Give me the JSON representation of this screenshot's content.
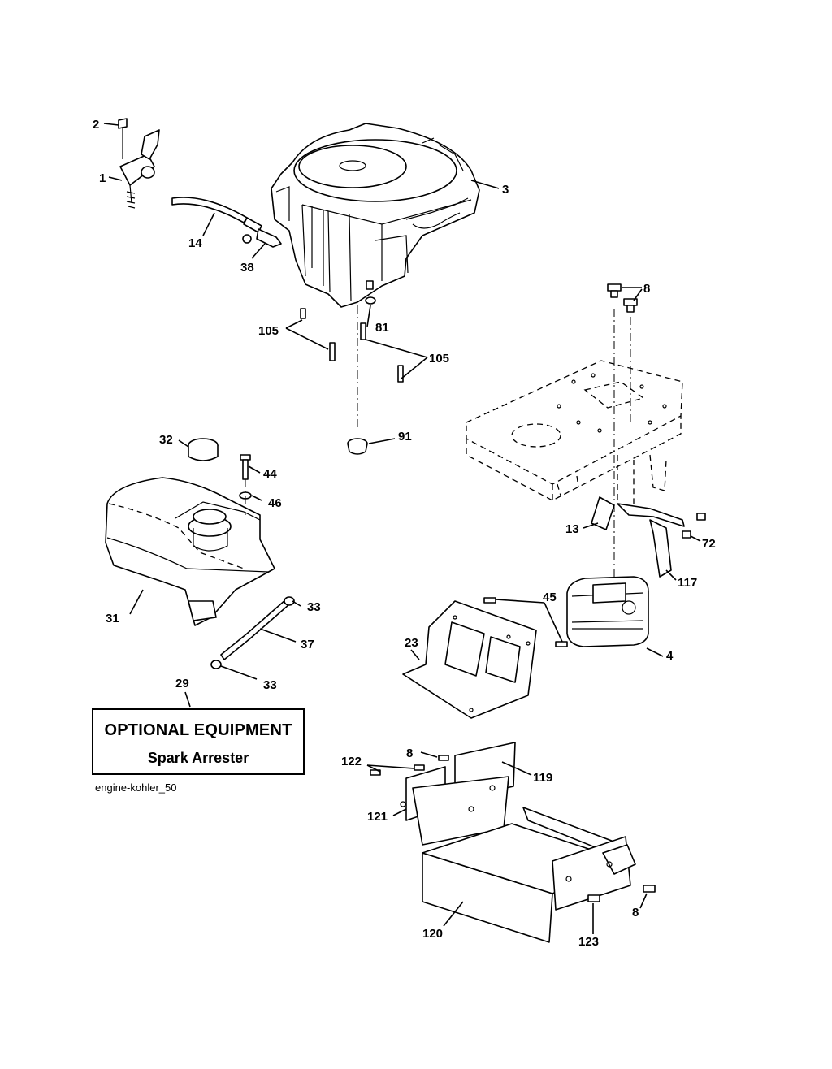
{
  "callouts": {
    "c1": "1",
    "c2": "2",
    "c3": "3",
    "c4": "4",
    "c8a": "8",
    "c8b": "8",
    "c8c": "8",
    "c13": "13",
    "c14": "14",
    "c23": "23",
    "c29": "29",
    "c31": "31",
    "c32": "32",
    "c33a": "33",
    "c33b": "33",
    "c37": "37",
    "c38": "38",
    "c44": "44",
    "c45": "45",
    "c46": "46",
    "c72": "72",
    "c81": "81",
    "c91": "91",
    "c105a": "105",
    "c105b": "105",
    "c117": "117",
    "c119": "119",
    "c120": "120",
    "c121": "121",
    "c122": "122",
    "c123": "123"
  },
  "optional_box": {
    "title": "OPTIONAL EQUIPMENT",
    "subtitle": "Spark Arrester"
  },
  "reference": "engine-kohler_50",
  "colors": {
    "ink": "#000000",
    "paper": "#ffffff"
  }
}
